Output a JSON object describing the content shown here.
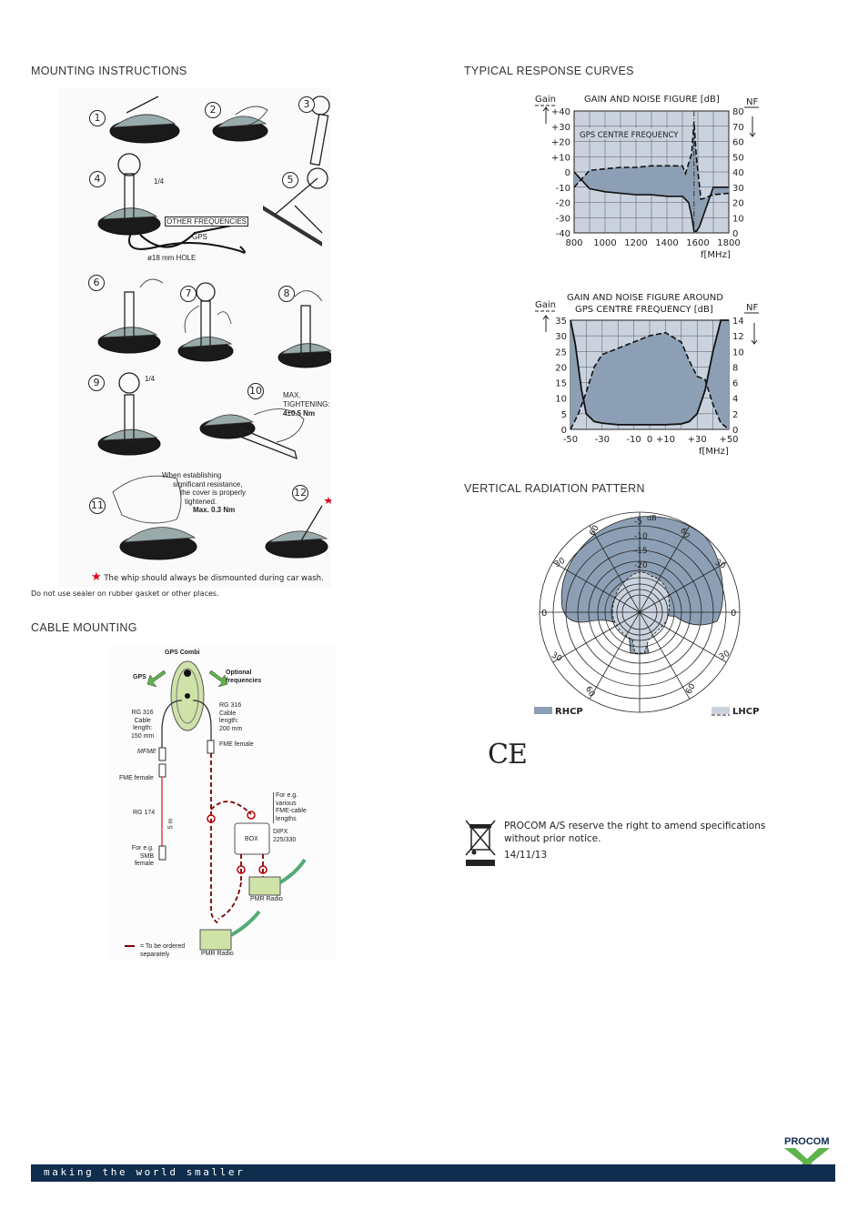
{
  "mounting": {
    "title": "MOUNTING INSTRUCTIONS",
    "steps": [
      "1",
      "2",
      "3",
      "4",
      "5",
      "6",
      "7",
      "8",
      "9",
      "10",
      "11",
      "12"
    ],
    "quarter_turn": "1/4",
    "other_frequencies": "OTHER FREQUENCIES",
    "gps_label": "GPS",
    "hole": "ø18 mm HOLE",
    "max_tightening_1": "MAX.",
    "max_tightening_2": "TIGHTENING:",
    "max_tightening_3": "4±0.5 Nm",
    "resistance_1": "When establishing",
    "resistance_2": "significant resistance,",
    "resistance_3": "the cover is properly",
    "resistance_4": "tightened.",
    "resistance_5": "Max. 0.3 Nm",
    "whip_note": "The whip should always be dismounted during car wash.",
    "sealer_note": "Do not use sealer on rubber gasket or other places."
  },
  "cable": {
    "title": "CABLE MOUNTING",
    "gps_combi": "GPS Combi",
    "gps": "GPS",
    "optional_1": "Optional",
    "optional_2": "frequencies",
    "rg316_left_1": "RG 316",
    "rg316_left_2": "Cable",
    "rg316_left_3": "length:",
    "rg316_left_4": "150 mm",
    "rg316_right_1": "RG 316",
    "rg316_right_2": "Cable",
    "rg316_right_3": "length:",
    "rg316_right_4": "200 mm",
    "mfme": "MFME",
    "fme_female_left": "FME female",
    "fme_female_right": "FME female",
    "rg174": "RG 174",
    "five_m": "5 m",
    "smb_1": "For e.g.",
    "smb_2": "SMB female",
    "fme_cable_1": "For e.g.",
    "fme_cable_2": "various",
    "fme_cable_3": "FME-cable",
    "fme_cable_4": "lengths",
    "box": "BOX",
    "dipx_1": "DIPX",
    "dipx_2": "225/330",
    "pmr_1": "PMR Radio",
    "pmr_2": "PMR Radio",
    "legend_1": "= To be ordered",
    "legend_2": "separately"
  },
  "response": {
    "title": "TYPICAL RESPONSE CURVES",
    "chart1": {
      "title": "GAIN AND NOISE FIGURE [dB]",
      "gain_label": "Gain",
      "nf_label": "NF",
      "gps_centre": "GPS CENTRE FREQUENCY",
      "gain_ticks": [
        "+40",
        "+30",
        "+20",
        "+10",
        "0",
        "-10",
        "-20",
        "-30",
        "-40"
      ],
      "nf_ticks": [
        "80",
        "70",
        "60",
        "50",
        "40",
        "30",
        "20",
        "10",
        "0"
      ],
      "x_ticks": [
        "800",
        "1000",
        "1200",
        "1400",
        "1600",
        "1800"
      ],
      "x_unit": "f[MHz]"
    },
    "chart2": {
      "title_1": "GAIN AND NOISE FIGURE AROUND",
      "title_2": "GPS CENTRE FREQUENCY [dB]",
      "gain_label": "Gain",
      "nf_label": "NF",
      "gain_ticks": [
        "35",
        "30",
        "25",
        "20",
        "15",
        "10",
        "5",
        "0"
      ],
      "nf_ticks": [
        "14",
        "12",
        "10",
        "8",
        "6",
        "4",
        "2",
        "0"
      ],
      "x_ticks": [
        "-50",
        "-30",
        "-10",
        "0",
        "+10",
        "+30",
        "+50"
      ],
      "x_unit": "f[MHz]"
    }
  },
  "radiation": {
    "title": "VERTICAL RADIATION PATTERN",
    "rings": [
      "-5",
      "-10",
      "-15",
      "-20"
    ],
    "db": "dB",
    "angles": [
      "30",
      "60",
      "30",
      "60",
      "30",
      "60",
      "30",
      "60"
    ],
    "zero_left": "0",
    "zero_right": "0",
    "rhcp": "RHCP",
    "lhcp": "LHCP"
  },
  "colors": {
    "fill": "#8c9fb4",
    "light": "#c9d2dd",
    "footer": "#0f2d4d",
    "accent_red": "#e0001b",
    "green": "#5fb34a",
    "cable_green": "#cfe2a8"
  },
  "ce_mark": "CE",
  "notice": {
    "line1": "PROCOM A/S reserve the right to amend specifications",
    "line2": "without prior notice.",
    "date": "14/11/13"
  },
  "brand": {
    "logo": "PROCOM",
    "slogan": "making the world smaller"
  },
  "chart_data": [
    {
      "type": "line",
      "title": "GAIN AND NOISE FIGURE [dB]",
      "xlabel": "f[MHz]",
      "ylabel": "Gain",
      "y2label": "NF",
      "xlim": [
        800,
        1800
      ],
      "ylim": [
        -40,
        40
      ],
      "y2lim": [
        0,
        80
      ],
      "grid": true,
      "series": [
        {
          "name": "Gain",
          "x": [
            800,
            900,
            1000,
            1100,
            1200,
            1300,
            1400,
            1500,
            1520,
            1560,
            1575,
            1590,
            1620,
            1700,
            1800
          ],
          "values": [
            -10,
            1,
            2,
            3,
            3,
            4,
            4,
            4,
            -1,
            12,
            33,
            10,
            -18,
            -15,
            -14
          ]
        },
        {
          "name": "NF",
          "x": [
            800,
            900,
            1000,
            1100,
            1200,
            1300,
            1400,
            1500,
            1540,
            1560,
            1575,
            1590,
            1610,
            1700,
            1800
          ],
          "values": [
            40,
            29,
            27,
            26,
            25,
            25,
            24,
            24,
            20,
            11,
            1,
            1,
            4,
            30,
            30
          ]
        }
      ]
    },
    {
      "type": "line",
      "title": "GAIN AND NOISE FIGURE AROUND GPS CENTRE FREQUENCY [dB]",
      "xlabel": "f[MHz]",
      "ylabel": "Gain",
      "y2label": "NF",
      "xlim": [
        -50,
        50
      ],
      "ylim": [
        0,
        35
      ],
      "y2lim": [
        0,
        14
      ],
      "grid": true,
      "series": [
        {
          "name": "Gain",
          "x": [
            -50,
            -45,
            -40,
            -35,
            -30,
            -20,
            -10,
            0,
            10,
            20,
            25,
            30,
            35,
            40,
            45,
            50
          ],
          "values": [
            0,
            5,
            12,
            20,
            24,
            26,
            28,
            30,
            31,
            28,
            22,
            17,
            16,
            8,
            2,
            0
          ]
        },
        {
          "name": "NF",
          "x": [
            -50,
            -47,
            -43,
            -40,
            -35,
            -30,
            -20,
            -10,
            0,
            10,
            20,
            25,
            30,
            35,
            40,
            45,
            50
          ],
          "values": [
            14,
            11,
            5,
            2,
            1,
            0.8,
            0.6,
            0.6,
            0.6,
            0.6,
            0.7,
            1,
            2,
            5,
            10,
            14,
            14
          ]
        }
      ]
    }
  ]
}
